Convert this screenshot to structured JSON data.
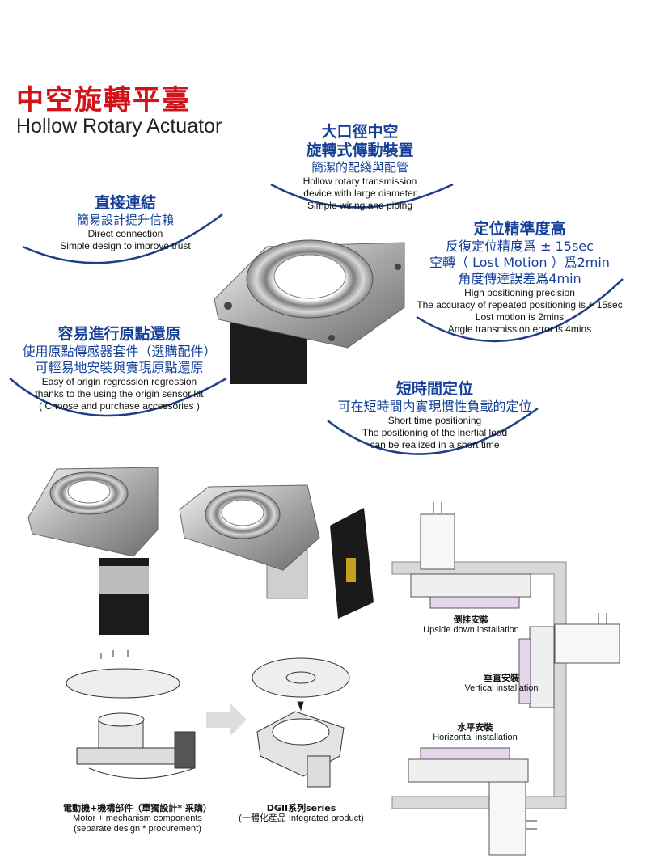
{
  "header": {
    "title_zh": "中空旋轉平臺",
    "title_en": "Hollow Rotary Actuator"
  },
  "features": {
    "large_bore": {
      "heading_lines": [
        "大口徑中空",
        "旋轉式傳動裝置"
      ],
      "sub_zh": "簡潔的配綫與配管",
      "en_lines": [
        "Hollow rotary transmission",
        "device with large diameter",
        "Simple wiring and piping"
      ]
    },
    "direct": {
      "heading": "直接連結",
      "sub_zh": "簡易設計提升信賴",
      "en_lines": [
        "Direct connection",
        "Simple design to improve trust"
      ]
    },
    "precision": {
      "heading": "定位精準度高",
      "zh_lines": [
        "反復定位精度爲 ± 15sec",
        "空轉（ Lost Motion ）爲2min",
        "角度傳達誤差爲4min"
      ],
      "en_lines": [
        "High positioning precision",
        "The accuracy of repeated positioning is + 15sec",
        "Lost motion is 2mins",
        "Angle transmission error is 4mins"
      ]
    },
    "origin": {
      "heading": "容易進行原點還原",
      "zh_lines": [
        "使用原點傳感器套件（選購配件）",
        "可輕易地安裝與實現原點還原"
      ],
      "en_lines": [
        "Easy of origin regression regression",
        "thanks to the using the origin sensor kit",
        "( Choose and purchase accessories )"
      ]
    },
    "short_time": {
      "heading": "短時間定位",
      "sub_zh": "可在短時間内實現慣性負載的定位",
      "en_lines": [
        "Short time positioning",
        "The positioning of the inertial load",
        "can be realized in a short time"
      ]
    }
  },
  "comparison": {
    "left_zh": "電動機+機構部件（單獨設計* 采購）",
    "left_en_lines": [
      "Motor + mechanism components",
      "(separate design * procurement)"
    ],
    "right_zh": "DGII系列series",
    "right_line2": "(一體化産品 Integrated product)"
  },
  "installation": {
    "upside_zh": "倒挂安裝",
    "upside_en": "Upside down installation",
    "vertical_zh": "垂直安裝",
    "vertical_en": "Vertical installation",
    "horizontal_zh": "水平安裝",
    "horizontal_en": "Horizontal installation"
  },
  "colors": {
    "title_red": "#d0141b",
    "heading_blue": "#15409a",
    "arc_blue": "#1f3f8a",
    "table_pink": "#e6d6ec",
    "wall_gray": "#d9d9d9"
  }
}
